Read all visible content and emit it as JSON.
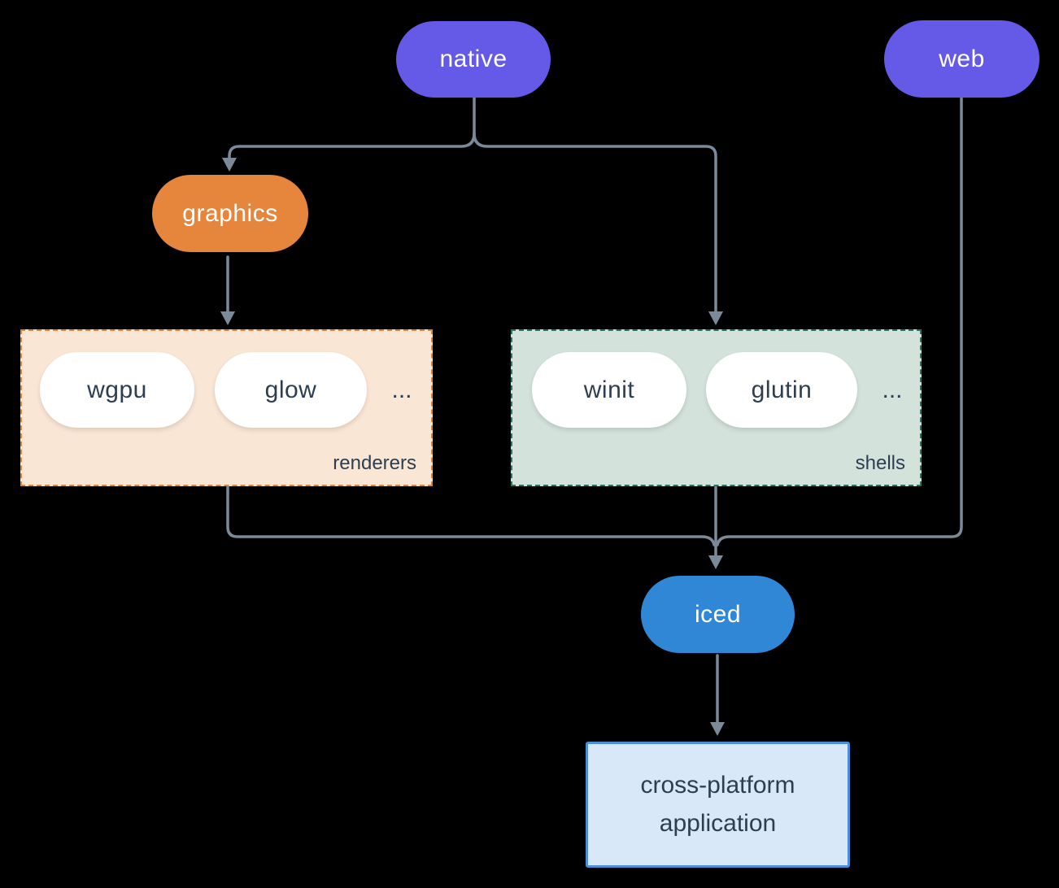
{
  "diagram": {
    "nodes": {
      "native": {
        "label": "native"
      },
      "web": {
        "label": "web"
      },
      "graphics": {
        "label": "graphics"
      },
      "iced": {
        "label": "iced"
      },
      "app": {
        "label": "cross-platform application"
      }
    },
    "groups": {
      "renderers": {
        "label": "renderers",
        "items": [
          {
            "label": "wgpu"
          },
          {
            "label": "glow"
          }
        ],
        "more": "..."
      },
      "shells": {
        "label": "shells",
        "items": [
          {
            "label": "winit"
          },
          {
            "label": "glutin"
          }
        ],
        "more": "..."
      }
    },
    "edges": [
      "native -> graphics",
      "native -> shells",
      "graphics -> renderers",
      "renderers -> iced",
      "shells -> iced",
      "web -> iced",
      "iced -> app"
    ],
    "colors": {
      "background": "#000000",
      "platform_pill": "#6559e8",
      "graphics_pill": "#e6853c",
      "iced_pill": "#2f87d6",
      "pill_text_light": "#ffffff",
      "node_text_dark": "#2d3e50",
      "renderers_bg": "#fae6d5",
      "renderers_border": "#e0813c",
      "shells_bg": "#d3e2db",
      "shells_border": "#2a7263",
      "app_bg": "#d9e8f8",
      "app_border": "#4a90d9",
      "connector": "#7b8a99"
    }
  }
}
